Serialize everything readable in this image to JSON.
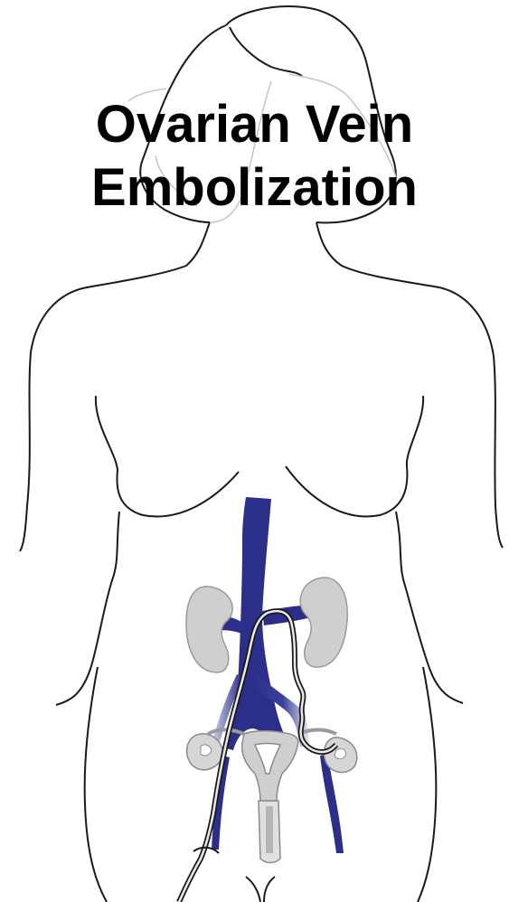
{
  "title": {
    "line1": "Ovarian Vein",
    "line2": "Embolization"
  },
  "colors": {
    "outline": "#1a1a1a",
    "faint_outline": "#c8c8c8",
    "vein": "#2b2f8a",
    "vein_light": "#c9cbe8",
    "organ_fill": "#cfcfcf",
    "organ_stroke": "#9a9a9a",
    "catheter": "#1a1a1a"
  },
  "icons": [
    "body-outline",
    "head-outline",
    "kidney-left",
    "kidney-right",
    "vena-cava",
    "ovarian-vein",
    "uterus",
    "ovary-left",
    "ovary-right",
    "catheter"
  ]
}
